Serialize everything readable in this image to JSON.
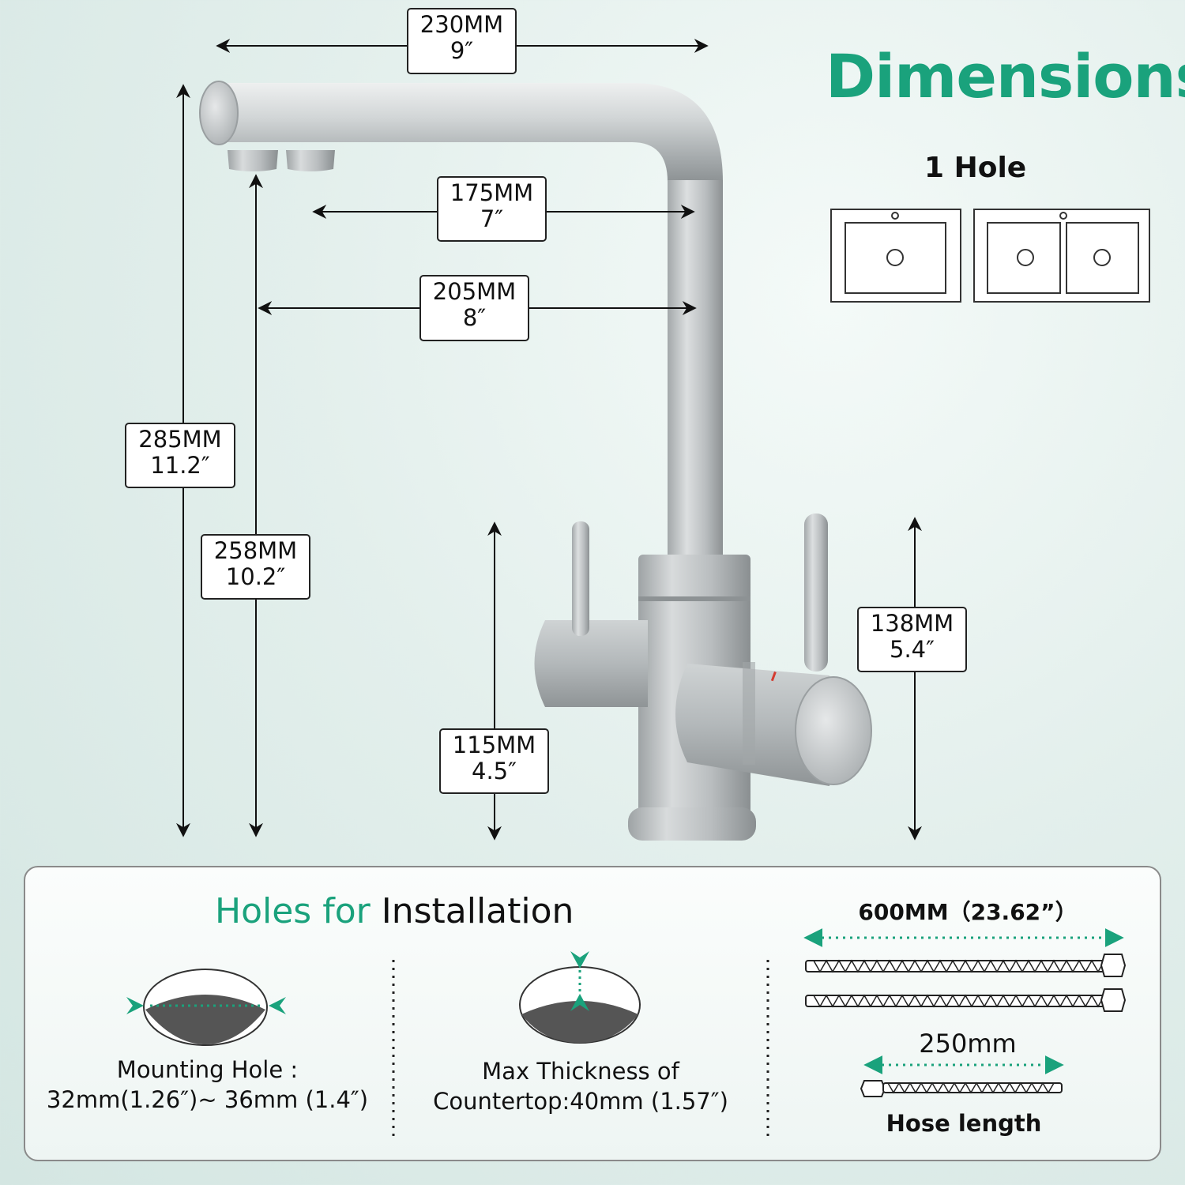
{
  "title": "Dimensions",
  "hole_section": {
    "label": "1 Hole"
  },
  "dimensions": {
    "total_width": {
      "mm": "230MM",
      "in": "9″"
    },
    "spout_reach_inner": {
      "mm": "175MM",
      "in": "7″"
    },
    "spout_reach_outer": {
      "mm": "205MM",
      "in": "8″"
    },
    "total_height": {
      "mm": "285MM",
      "in": "11.2″"
    },
    "spout_height": {
      "mm": "258MM",
      "in": "10.2″"
    },
    "lever_height": {
      "mm": "138MM",
      "in": "5.4″"
    },
    "body_height": {
      "mm": "115MM",
      "in": "4.5″"
    }
  },
  "installation": {
    "title_highlight": "Holes for",
    "title_rest": "Installation",
    "mounting_hole": {
      "line1": "Mounting Hole :",
      "line2": "32mm(1.26″)~ 36mm (1.4″)"
    },
    "countertop": {
      "line1": "Max Thickness of",
      "line2": "Countertop:40mm (1.57″)"
    },
    "hose": {
      "long_length": "600MM（23.62”）",
      "short_length": "250mm",
      "label": "Hose length"
    }
  },
  "colors": {
    "accent": "#1aa27c",
    "steel": "#b9bec0"
  }
}
